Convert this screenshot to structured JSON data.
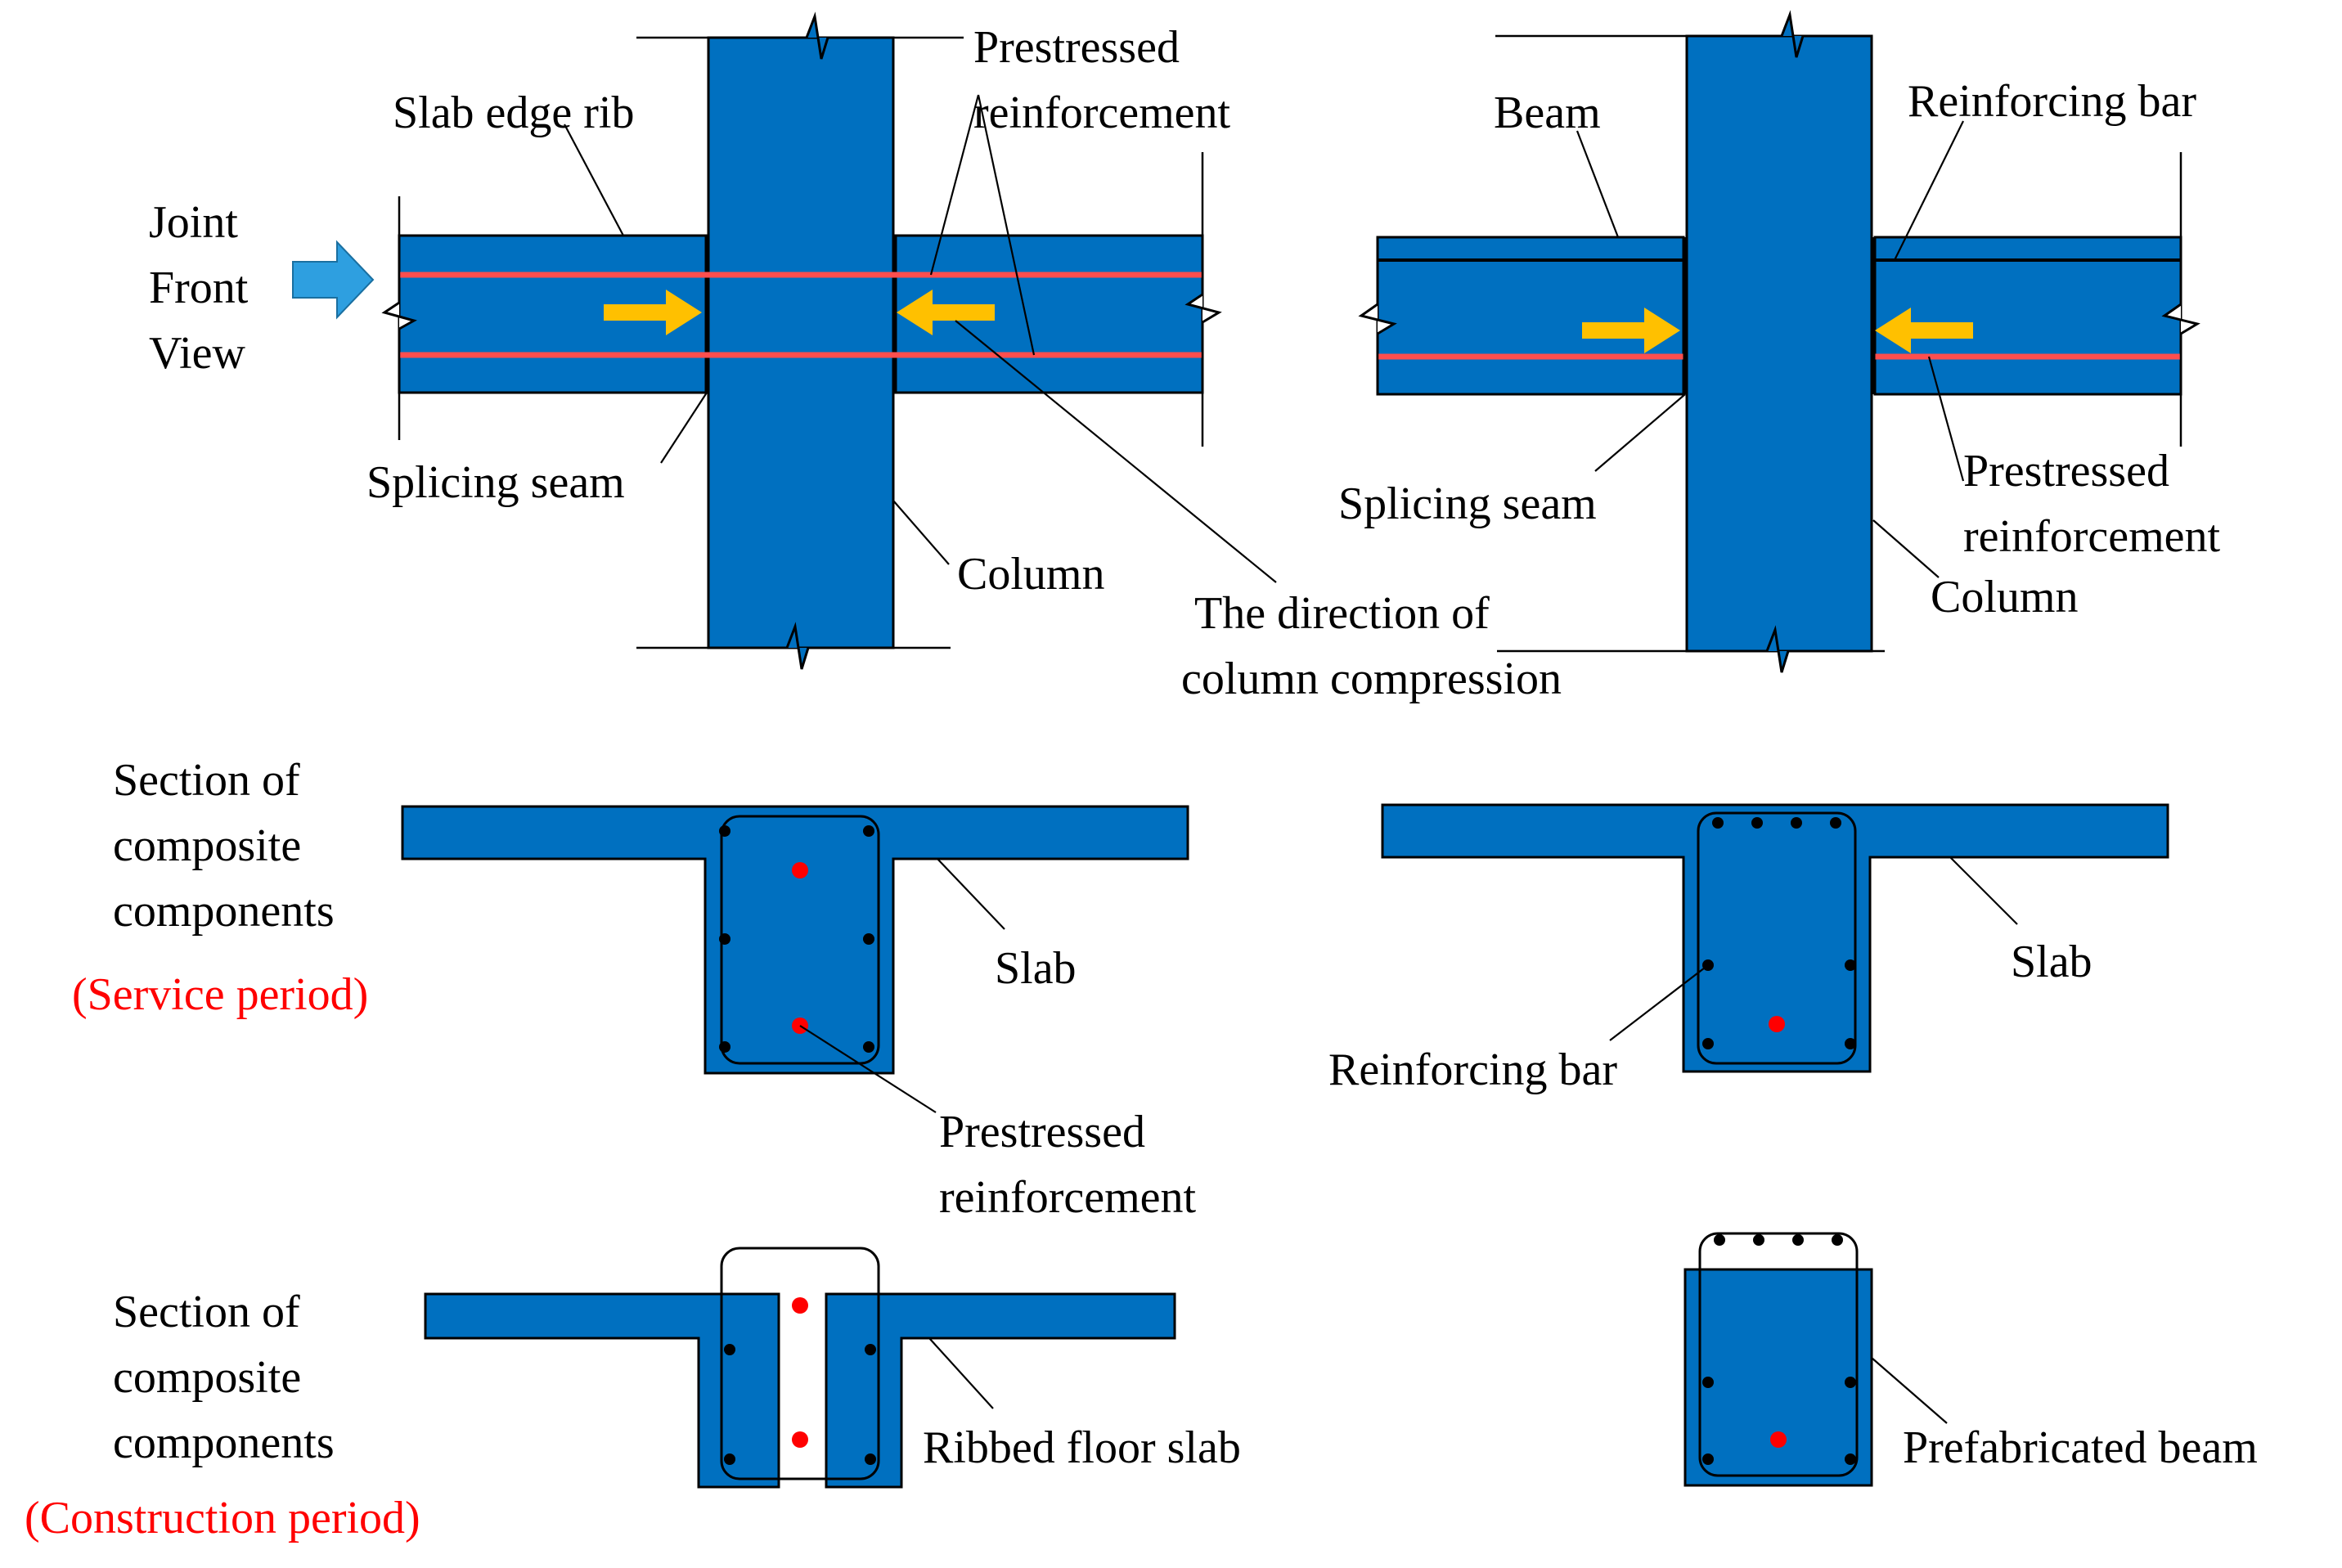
{
  "colors": {
    "concrete": "#0070c0",
    "prestress": "#ff4e4e",
    "compression_arrow": "#ffc000",
    "view_arrow": "#2e9fe0",
    "highlight_text": "#ff0000"
  },
  "labels": {
    "left_joint": {
      "view_line1": "Joint",
      "view_line2": "Front",
      "view_line3": "View",
      "slab_edge_rib": "Slab edge rib",
      "prestressed_line1": "Prestressed",
      "prestressed_line2": "reinforcement",
      "splicing_seam": "Splicing seam",
      "column": "Column",
      "direction_line1": "The direction of",
      "direction_line2": "column compression"
    },
    "right_joint": {
      "beam": "Beam",
      "reinforcing_bar": "Reinforcing bar",
      "splicing_seam": "Splicing seam",
      "prestressed_line1": "Prestressed",
      "prestressed_line2": "reinforcement",
      "column": "Column"
    },
    "service": {
      "section_line1": "Section of",
      "section_line2": "composite",
      "section_line3": "components",
      "period": "(Service period)",
      "slab_left": "Slab",
      "slab_right": "Slab",
      "prestressed_line1": "Prestressed",
      "prestressed_line2": "reinforcement",
      "reinforcing_bar": "Reinforcing bar"
    },
    "construction": {
      "section_line1": "Section of",
      "section_line2": "composite",
      "section_line3": "components",
      "period": "(Construction period)",
      "ribbed_floor_slab": "Ribbed floor slab",
      "prefabricated_beam": "Prefabricated beam"
    }
  }
}
